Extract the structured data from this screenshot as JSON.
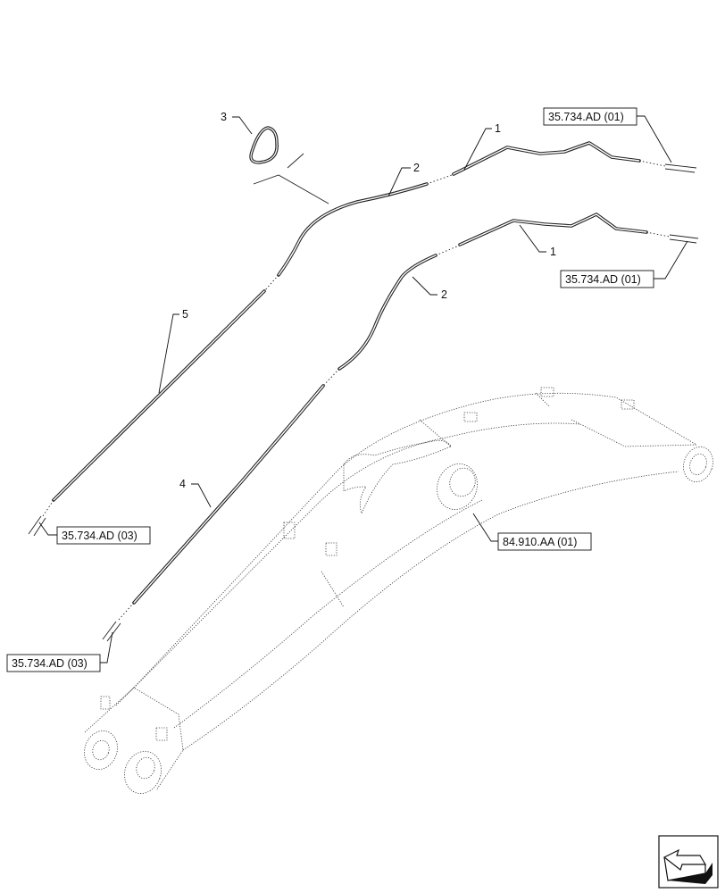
{
  "callouts": {
    "item_1_upper": "1",
    "item_1_lower": "1",
    "item_2_upper": "2",
    "item_2_lower": "2",
    "item_3": "3",
    "item_4": "4",
    "item_5": "5"
  },
  "references": {
    "ref_top_right_upper": "35.734.AD (01)",
    "ref_top_right_lower": "35.734.AD (01)",
    "ref_left_upper": "35.734.AD (03)",
    "ref_left_lower": "35.734.AD (03)",
    "ref_boom": "84.910.AA (01)"
  },
  "icons": {
    "corner": "front-direction-arrow-icon"
  }
}
